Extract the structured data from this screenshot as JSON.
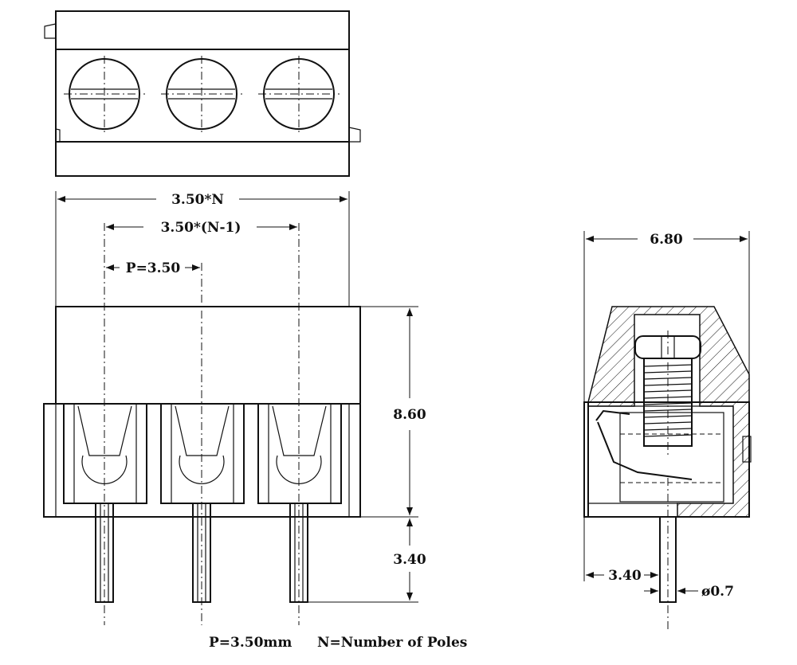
{
  "dimensions": {
    "width_total": "3.50*N",
    "width_span": "3.50*(N-1)",
    "pitch": "P=3.50",
    "body_height": "8.60",
    "pin_length": "3.40",
    "side_width": "6.80",
    "side_pin_offset": "3.40",
    "pin_diameter": "ø0.7"
  },
  "notes": {
    "pitch_note": "P=3.50mm",
    "poles_note": "N=Number of Poles"
  }
}
